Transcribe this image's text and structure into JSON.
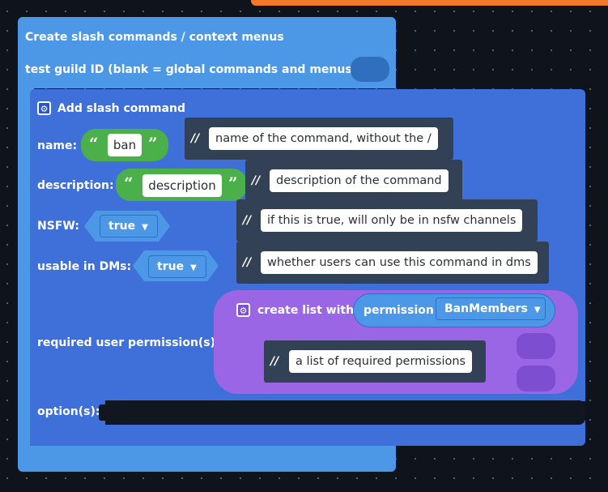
{
  "outer_block": {
    "title": "Create slash commands / context menus",
    "guild_label": "test guild ID (blank = global commands and menus):"
  },
  "command_block": {
    "title": "Add slash command",
    "name_label": "name:",
    "name_value": "ban",
    "name_comment": "name of the command, without the /",
    "description_label": "description:",
    "description_value": "description",
    "description_comment": "description of the command",
    "nsfw_label": "NSFW:",
    "nsfw_value": "true",
    "nsfw_comment": "if this is true, will only be in nsfw channels",
    "dms_label": "usable in DMs:",
    "dms_value": "true",
    "dms_comment": "whether users can use this command in dms",
    "permissions_label": "required user permission(s):",
    "options_label": "option(s):"
  },
  "list_block": {
    "title": "create list with",
    "permission_label": "permission",
    "permission_value": "BanMembers",
    "comment": "a list of required permissions"
  },
  "icons": {
    "open_quote": "“",
    "close_quote": "”",
    "comment_marker": "//",
    "dropdown_arrow": "▼",
    "gear": "⚙"
  },
  "colors": {
    "workspace": "#0f141c",
    "outer_block": "#4c98e6",
    "inner_block": "#3f6fd8",
    "text_block": "#4cb04a",
    "list_block": "#9b66e6",
    "comment_block": "#324156",
    "top_bar": "#f07a2a"
  }
}
